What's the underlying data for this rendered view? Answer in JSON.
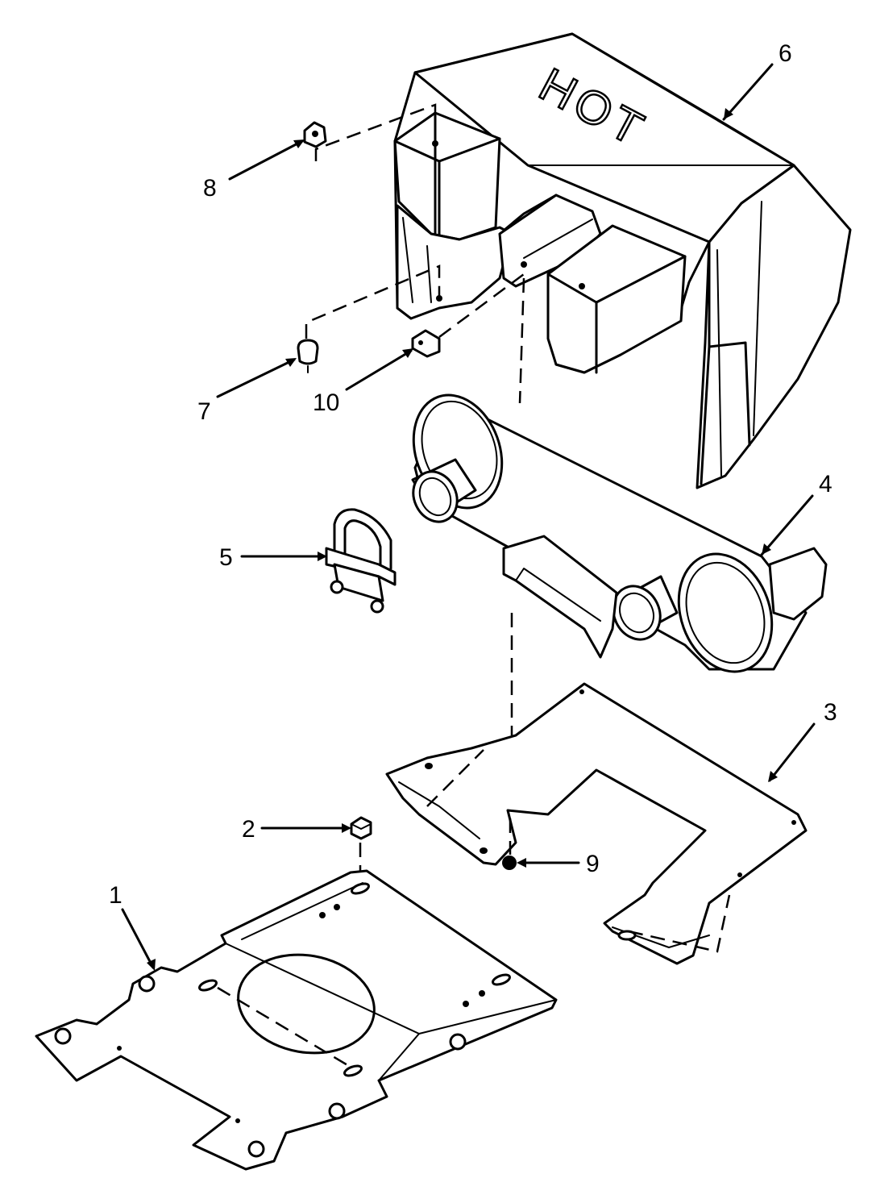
{
  "diagram": {
    "embossed_label": "HOT",
    "callouts": [
      {
        "id": "1",
        "part": "base-plate"
      },
      {
        "id": "2",
        "part": "nut"
      },
      {
        "id": "3",
        "part": "muffler-bracket"
      },
      {
        "id": "4",
        "part": "muffler"
      },
      {
        "id": "5",
        "part": "u-bolt-clamp"
      },
      {
        "id": "6",
        "part": "heat-shield"
      },
      {
        "id": "7",
        "part": "spacer"
      },
      {
        "id": "8",
        "part": "nut"
      },
      {
        "id": "9",
        "part": "screw"
      },
      {
        "id": "10",
        "part": "clip"
      }
    ]
  }
}
